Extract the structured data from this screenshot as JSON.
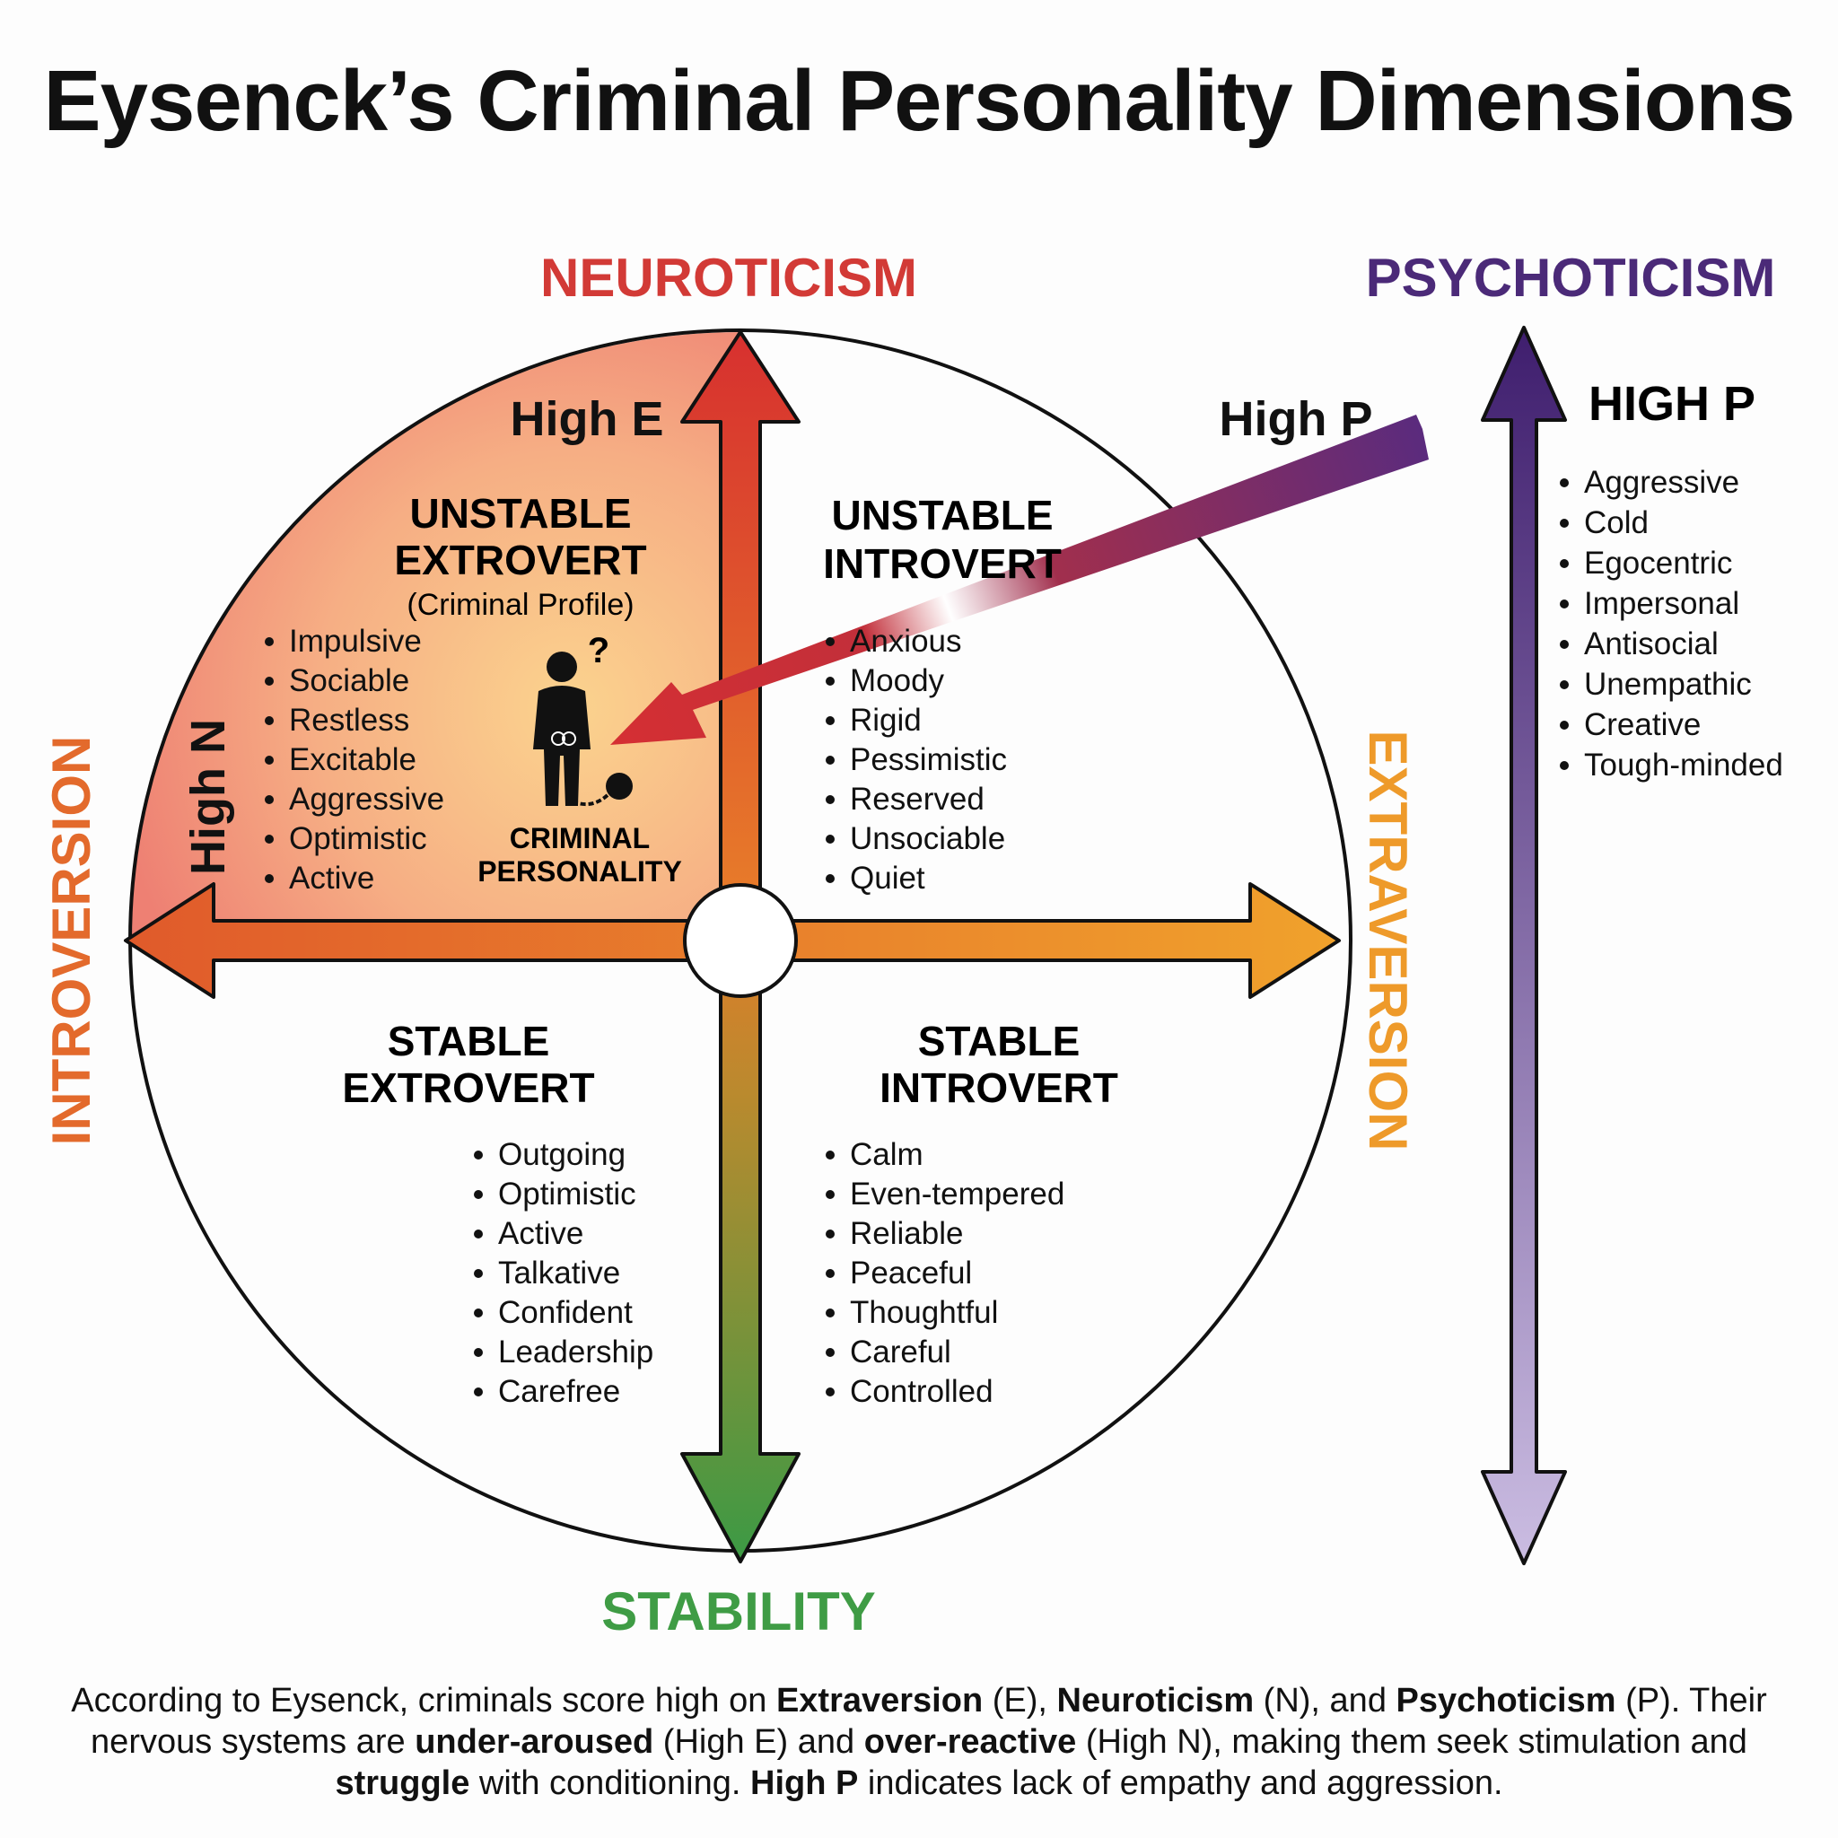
{
  "title": "Eysenck’s Criminal Personality Dimensions",
  "axes": {
    "top": "NEUROTICISM",
    "bottom": "STABILITY",
    "left": "INTROVERSION",
    "right": "EXTRAVERSION",
    "p_axis": "PSYCHOTICISM"
  },
  "colors": {
    "neuroticism": "#d23a36",
    "stability": "#3f9c45",
    "introversion": "#e36a2c",
    "extraversion": "#ee9a2a",
    "psychoticism": "#4b2a78",
    "unstable_extrovert_fill": "#f29a7a"
  },
  "labels": {
    "high_e": "High E",
    "high_n": "High N",
    "high_p": "High P"
  },
  "quadrants": {
    "unstable_extrovert": {
      "title_line1": "UNSTABLE",
      "title_line2": "EXTROVERT",
      "subtitle": "(Criminal Profile)",
      "traits": [
        "Impulsive",
        "Sociable",
        "Restless",
        "Excitable",
        "Aggressive",
        "Optimistic",
        "Active"
      ],
      "icon_label_line1": "CRIMINAL",
      "icon_label_line2": "PERSONALITY",
      "icon_mark": "?"
    },
    "unstable_introvert": {
      "title_line1": "UNSTABLE",
      "title_line2": "INTROVERT",
      "traits": [
        "Anxious",
        "Moody",
        "Rigid",
        "Pessimistic",
        "Reserved",
        "Unsociable",
        "Quiet"
      ]
    },
    "stable_extrovert": {
      "title_line1": "STABLE",
      "title_line2": "EXTROVERT",
      "traits": [
        "Outgoing",
        "Optimistic",
        "Active",
        "Talkative",
        "Confident",
        "Leadership",
        "Carefree"
      ]
    },
    "stable_introvert": {
      "title_line1": "STABLE",
      "title_line2": "INTROVERT",
      "traits": [
        "Calm",
        "Even-tempered",
        "Reliable",
        "Peaceful",
        "Thoughtful",
        "Careful",
        "Controlled"
      ]
    }
  },
  "high_p_panel": {
    "title": "HIGH P",
    "traits": [
      "Aggressive",
      "Cold",
      "Egocentric",
      "Impersonal",
      "Antisocial",
      "Unempathic",
      "Creative",
      "Tough-minded"
    ]
  },
  "footer": {
    "s1": "According to Eysenck, criminals score high on ",
    "b1": "Extraversion",
    "s2": " (E), ",
    "b2": "Neuroticism",
    "s3": " (N), and ",
    "b3": "Psychoticism",
    "s4": " (P). Their nervous systems are ",
    "b4": "under-aroused",
    "s5": " (High E) and ",
    "b5": "over-reactive",
    "s6": " (High N), making them seek stimulation and ",
    "b6": "struggle",
    "s7": " with conditioning. ",
    "b7": "High P",
    "s8": " indicates lack of empathy and aggression."
  },
  "icons": [
    "criminal-figure-icon",
    "ball-and-chain-icon",
    "question-mark-icon"
  ]
}
